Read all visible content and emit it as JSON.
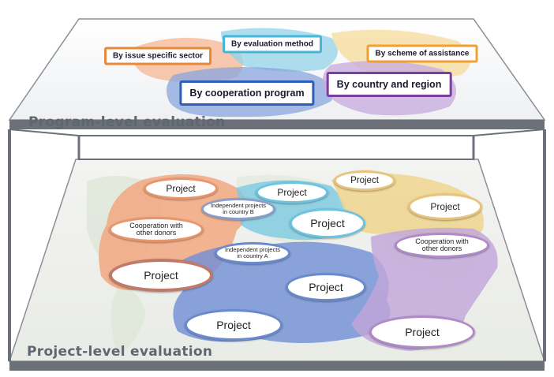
{
  "program_level": {
    "title": "Program-level evaluation",
    "boxes": [
      {
        "label": "By issue specific sector",
        "color": "#e8893a"
      },
      {
        "label": "By evaluation method",
        "color": "#47b6d6"
      },
      {
        "label": "By scheme of assistance",
        "color": "#f0a030"
      },
      {
        "label": "By cooperation program",
        "color": "#2d5fb8"
      },
      {
        "label": "By country and region",
        "color": "#7b3f9c"
      }
    ]
  },
  "project_level": {
    "title": "Project-level evaluation",
    "nodes": [
      {
        "label": "Project",
        "ring": "#e8956a"
      },
      {
        "label": "Project",
        "ring": "#6cc4e0"
      },
      {
        "label": "Project",
        "ring": "#e8c47a"
      },
      {
        "label": "Independent projects in country B",
        "ring": "#8a9fc8"
      },
      {
        "label": "Project",
        "ring": "#e8c47a"
      },
      {
        "label": "Cooperation with other donors",
        "ring": "#e8956a"
      },
      {
        "label": "Project",
        "ring": "#6cc4e0"
      },
      {
        "label": "Independent projects in country A",
        "ring": "#6a8ad0"
      },
      {
        "label": "Cooperation with other donors",
        "ring": "#b08ac8"
      },
      {
        "label": "Project",
        "ring": "#c07a6a"
      },
      {
        "label": "Project",
        "ring": "#6a8ad0"
      },
      {
        "label": "Project",
        "ring": "#6a8ad0"
      },
      {
        "label": "Project",
        "ring": "#b08ac8"
      }
    ]
  },
  "colors": {
    "orange_region": "#f2a57c",
    "cyan_region": "#7ccbe2",
    "yellow_region": "#f0d58e",
    "blue_region": "#6f8fd4",
    "purple_region": "#c2a6da",
    "frame": "#6b7079"
  }
}
